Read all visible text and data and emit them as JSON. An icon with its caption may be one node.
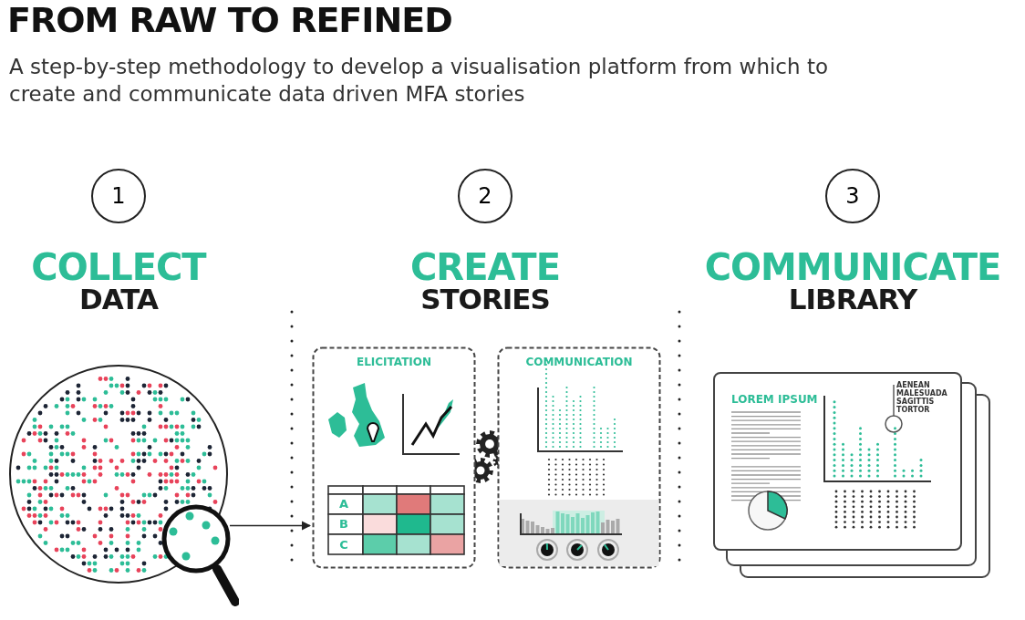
{
  "diagram": {
    "title": "FROM RAW TO REFINED",
    "nodes": [
      {
        "text": [
          "1"
        ]
      },
      {
        "text": [
          "2"
        ]
      },
      {
        "text": [
          "3"
        ]
      },
      {
        "text": [],
        "shape": "picture"
      },
      {
        "text": [
          "ELICITATION"
        ]
      },
      {
        "text": [
          "COMMUNICATION"
        ]
      },
      {
        "text": [
          "LOREM IPSUM",
          "AENEAN MALESUADA SAGITTIS TORTOR"
        ]
      }
    ],
    "edges": [
      {
        "from": 3,
        "to": 4,
        "arrow": "to"
      }
    ],
    "labels": [
      "A step-by-step methodology to develop a visualisation platform from which to create and communicate data driven MFA stories",
      "COLLECT",
      "DATA",
      "CREATE",
      "STORIES",
      "COMMUNICATE",
      "LIBRARY",
      "A",
      "B",
      "C"
    ]
  }
}
